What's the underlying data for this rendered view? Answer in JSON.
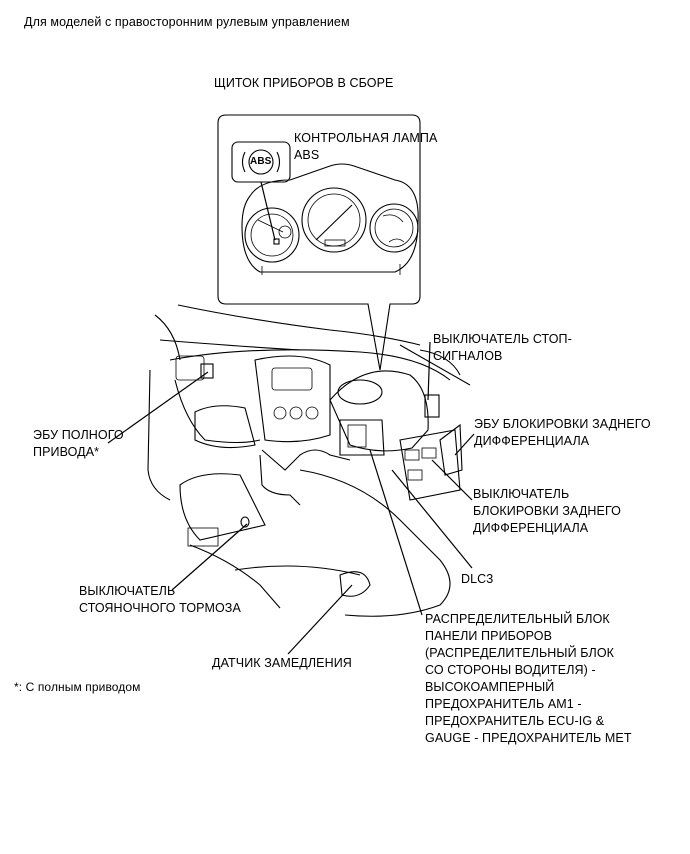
{
  "header": "Для моделей с правосторонним рулевым управлением",
  "cluster_title": "ЩИТОК ПРИБОРОВ В СБОРЕ",
  "abs_lamp_label": "КОНТРОЛЬНАЯ ЛАМПА\nABS",
  "abs_symbol": "ABS",
  "labels": {
    "stop_switch": "ВЫКЛЮЧАТЕЛЬ СТОП-\nСИГНАЛОВ",
    "diff_ecu": "ЭБУ БЛОКИРОВКИ ЗАДНЕГО\nДИФФЕРЕНЦИАЛА",
    "awd_ecu": "ЭБУ ПОЛНОГО\nПРИВОДА*",
    "diff_switch": "ВЫКЛЮЧАТЕЛЬ\nБЛОКИРОВКИ ЗАДНЕГО\nДИФФЕРЕНЦИАЛА",
    "dlc3": "DLC3",
    "parking_brake": "ВЫКЛЮЧАТЕЛЬ\nСТОЯНОЧНОГО ТОРМОЗА",
    "junction_block": "РАСПРЕДЕЛИТЕЛЬНЫЙ БЛОК\nПАНЕЛИ ПРИБОРОВ\n(РАСПРЕДЕЛИТЕЛЬНЫЙ БЛОК\nСО СТОРОНЫ ВОДИТЕЛЯ) -\nВЫСОКОАМПЕРНЫЙ\nПРЕДОХРАНИТЕЛЬ AM1 -\nПРЕДОХРАНИТЕЛЬ ECU-IG &\nGAUGE - ПРЕДОХРАНИТЕЛЬ MET",
    "decel_sensor": "ДАТЧИК ЗАМЕДЛЕНИЯ"
  },
  "footnote": "*: С полным приводом"
}
